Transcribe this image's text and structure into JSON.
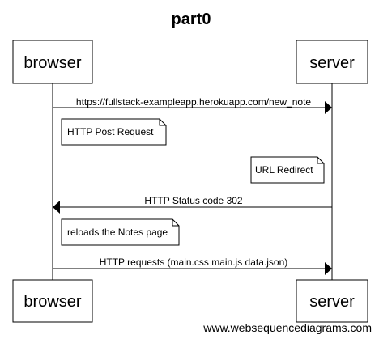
{
  "title": "part0",
  "participants": {
    "left": "browser",
    "right": "server"
  },
  "messages": [
    {
      "label": "https://fullstack-exampleapp.herokuapp.com/new_note",
      "from": "browser",
      "to": "server"
    },
    {
      "label": "HTTP Status code 302",
      "from": "server",
      "to": "browser"
    },
    {
      "label": "HTTP requests (main.css main.js data.json)",
      "from": "browser",
      "to": "server"
    }
  ],
  "notes": [
    {
      "text": "HTTP Post Request",
      "side": "right of browser"
    },
    {
      "text": "URL Redirect",
      "side": "left of server"
    },
    {
      "text": "reloads the Notes page",
      "side": "right of browser"
    }
  ],
  "footer": "www.websequencediagrams.com"
}
